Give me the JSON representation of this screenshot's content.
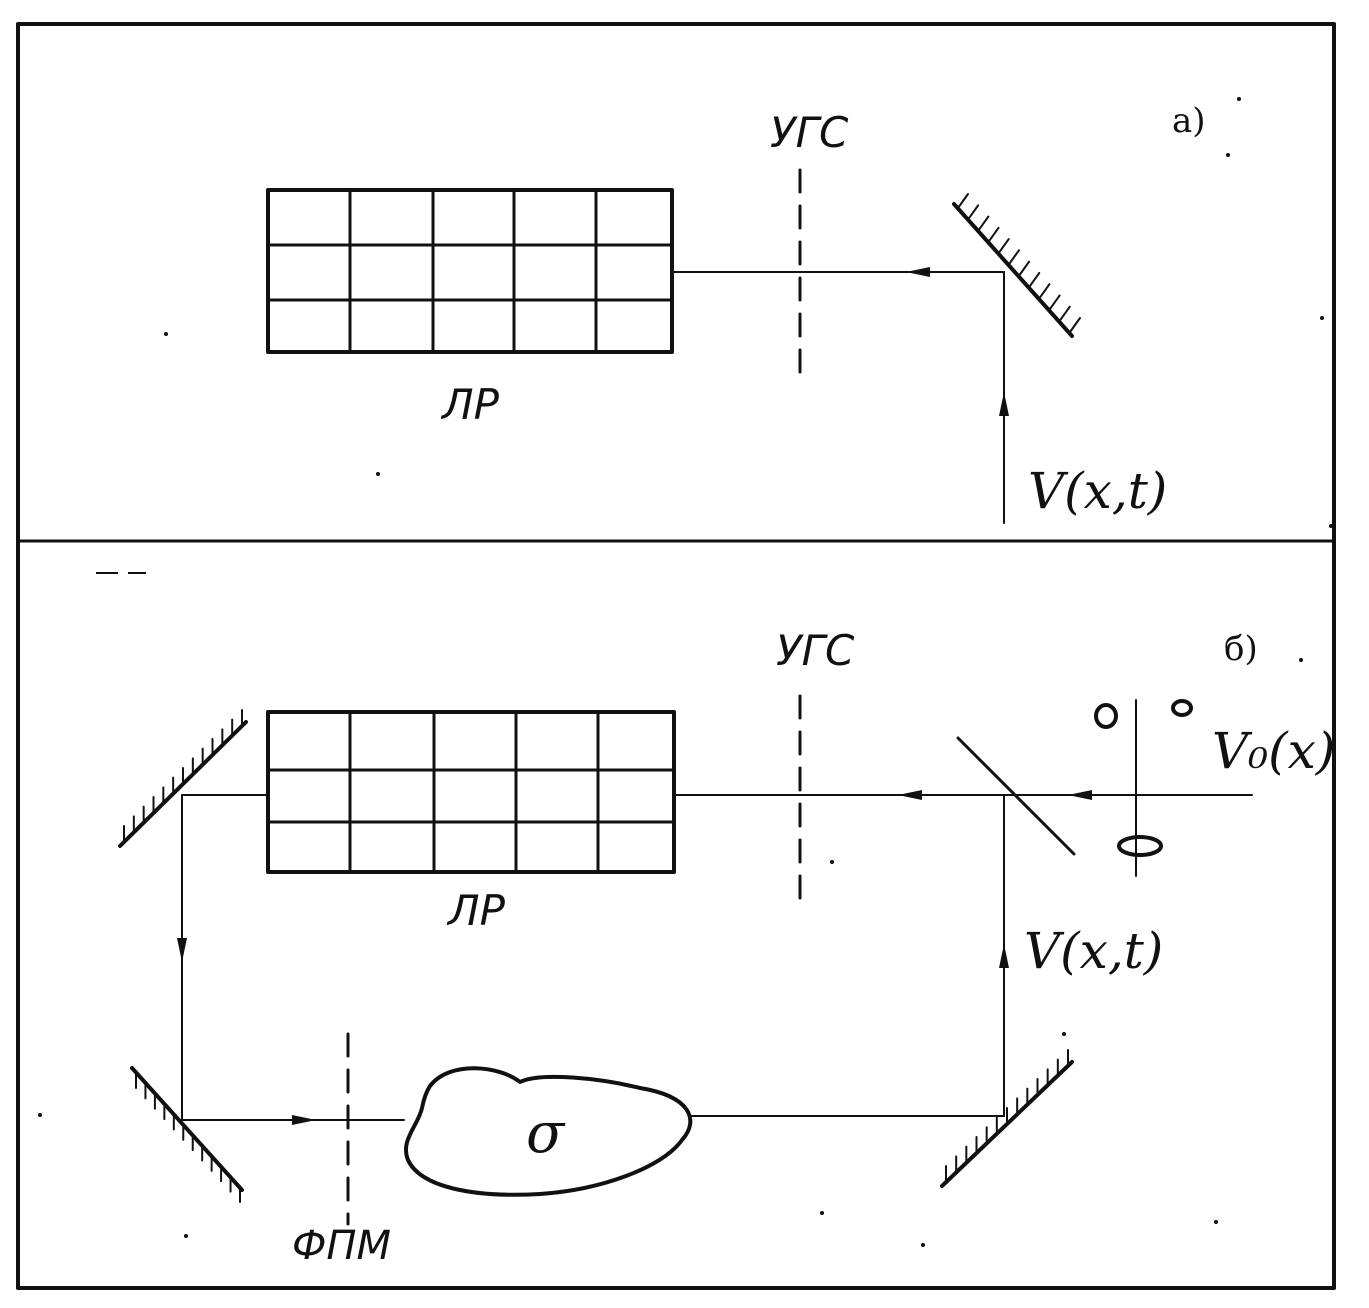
{
  "panel_a": {
    "tag": "а)",
    "screen_label": "УГС",
    "grating_label": "ЛР",
    "wave_label": "V(x,t)"
  },
  "panel_b": {
    "tag": "б)",
    "screen_label": "УГС",
    "grating_label": "ЛР",
    "wave_label": "V(x,t)",
    "reference_wave_label": "V₀(x)",
    "object_label": "σ",
    "filter_label": "ФПМ"
  }
}
